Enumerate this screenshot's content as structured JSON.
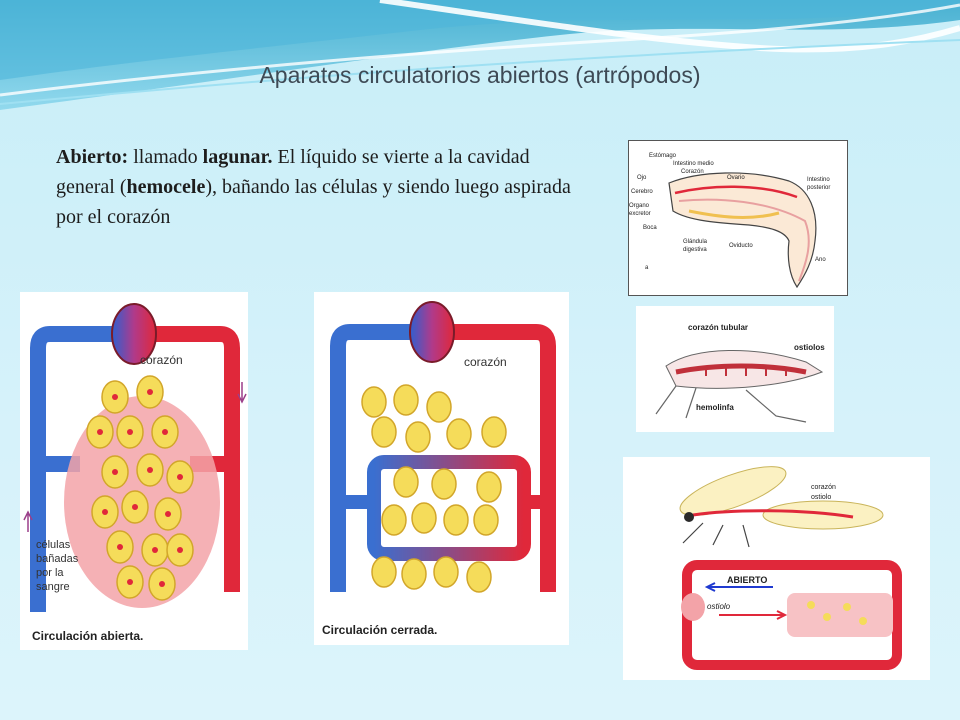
{
  "slide": {
    "title": "Aparatos circulatorios abiertos (artrópodos)",
    "text": {
      "term": "Abierto:",
      "part1": " llamado ",
      "lagunar": "lagunar.",
      "part2": " El líquido se vierte a la cavidad general (",
      "hemocele": "hemocele",
      "part3": "), bañando las células y siendo luego aspirada por el corazón"
    }
  },
  "open_circulation": {
    "heart_label": "corazón",
    "cells_label_lines": [
      "células",
      "bañadas",
      "por la",
      "sangre"
    ],
    "caption": "Circulación abierta."
  },
  "closed_circulation": {
    "heart_label": "corazón",
    "caption": "Circulación cerrada."
  },
  "shrimp_diagram": {
    "labels": {
      "estomago": "Estómago",
      "intestino_medio": "Intestino medio",
      "corazon": "Corazón",
      "ovario": "Ovario",
      "ojo": "Ojo",
      "cerebro": "Cerebro",
      "organo_excretor_1": "Organo",
      "organo_excretor_2": "excretor",
      "boca": "Boca",
      "glandula_1": "Glándula",
      "glandula_2": "digestiva",
      "oviducto": "Oviducto",
      "intestino_post_1": "Intestino",
      "intestino_post_2": "posterior",
      "ano": "Ano",
      "panel_letter": "a"
    }
  },
  "grasshopper_diagram": {
    "labels": {
      "corazon_tubular": "corazón tubular",
      "ostiolos": "ostiolos",
      "hemolinfa": "hemolinfa"
    }
  },
  "insect_diagram": {
    "labels": {
      "corazon": "corazón",
      "ostiolo_top": "ostiolo",
      "abierto": "ABIERTO",
      "ostiolo_bottom": "ostiolo"
    }
  },
  "colors": {
    "artery_red": "#e0283a",
    "vein_blue": "#3a6fd0",
    "cell_yellow": "#f5dc5a",
    "tissue_pink": "#f3a3a8"
  }
}
